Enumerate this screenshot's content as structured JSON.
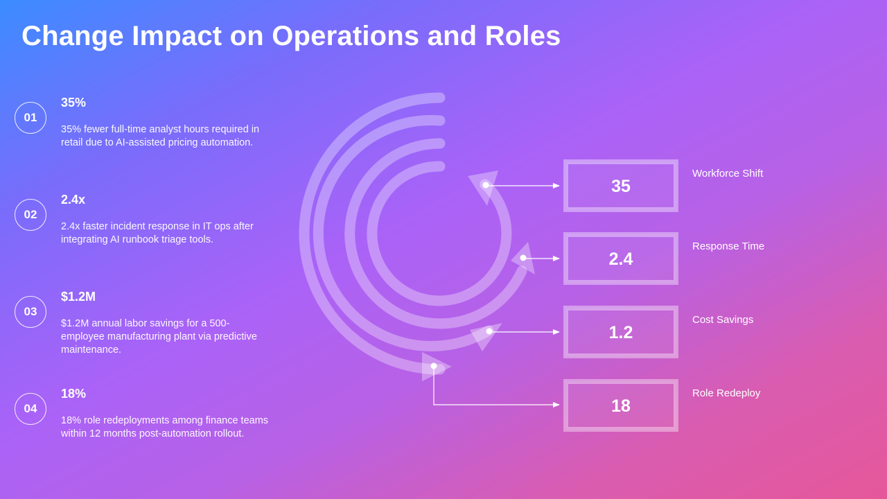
{
  "title": "Change Impact on Operations and Roles",
  "colors": {
    "accent": "#ffffff",
    "gradient_start": "#3c8cff",
    "gradient_mid": "#aa62f7",
    "gradient_end": "#e6579a"
  },
  "items": [
    {
      "number": "01",
      "value": "35%",
      "description": "35% fewer full-time analyst hours required in retail due to AI-assisted pricing automation."
    },
    {
      "number": "02",
      "value": "2.4x",
      "description": "2.4x faster incident response in IT ops after integrating AI runbook triage tools."
    },
    {
      "number": "03",
      "value": "$1.2M",
      "description": "$1.2M annual labor savings for a 500-employee manufacturing plant via predictive maintenance."
    },
    {
      "number": "04",
      "value": "18%",
      "description": "18% role redeployments among finance teams within 12 months post-automation rollout."
    }
  ],
  "metrics": [
    {
      "value": "35",
      "label": "Workforce Shift"
    },
    {
      "value": "2.4",
      "label": "Response Time"
    },
    {
      "value": "1.2",
      "label": "Cost Savings"
    },
    {
      "value": "18",
      "label": "Role Redeploy"
    }
  ]
}
